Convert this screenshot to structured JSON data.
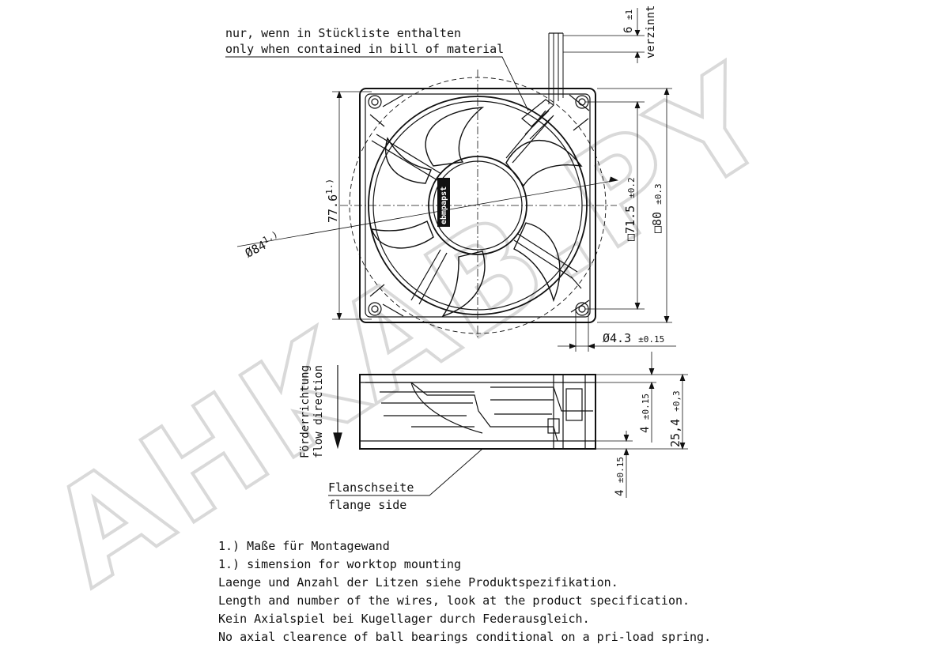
{
  "callouts": {
    "top_de": "nur, wenn in Stückliste enthalten",
    "top_en": "only when contained in bill of material",
    "flange_de": "Flanschseite",
    "flange_en": "flange side",
    "flow_de": "Förderrichtung",
    "flow_en": "flow direction",
    "verzinnt": "verzinnt"
  },
  "dimensions": {
    "wire_strip": "6",
    "wire_strip_tol": "±1",
    "diag_84": "Ø84",
    "diag_84_note": "1.)",
    "h_77_6": "77.6",
    "h_77_6_note": "1.)",
    "s_71_5": "□71.5",
    "s_71_5_tol": "±0.2",
    "s_80": "□80",
    "s_80_tol": "±0.3",
    "hole": "Ø4.3",
    "hole_tol": "±0.15",
    "t_4a": "4",
    "t_4a_tol": "±0.15",
    "t_25_4": "25,4",
    "t_25_4_tol": "+0,3",
    "t_4b": "4",
    "t_4b_tol": "±0.15"
  },
  "hub_label": "ebmpapst",
  "watermark": "AHKAB.PY",
  "notes": [
    "1.) Maße für Montagewand",
    "1.) simension for worktop mounting",
    "Laenge und Anzahl der Litzen siehe Produktspezifikation.",
    "Length and number of the wires, look at the product specification.",
    "Kein Axialspiel bei Kugellager durch Federausgleich.",
    "No axial clearence of ball bearings conditional on a pri-load spring."
  ]
}
